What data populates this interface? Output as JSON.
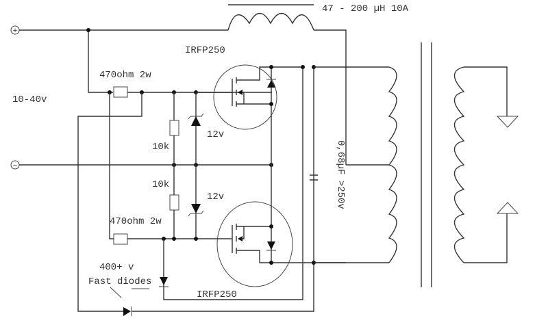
{
  "title": "ZVS driver schematic",
  "labels": {
    "inductor": "47 - 200 µH 10A",
    "supply_voltage": "10-40v",
    "mosfet_top": "IRFP250",
    "mosfet_bottom": "IRFP250",
    "resistor_top": "470ohm 2w",
    "resistor_bottom": "470ohm 2w",
    "pulldown_top": "10k",
    "pulldown_bottom": "10k",
    "zener_top": "12v",
    "zener_bottom": "12v",
    "capacitor": "0,68µF >250v",
    "diode_voltage": "400+ v",
    "diode_type": "Fast diodes"
  },
  "terminals": {
    "positive": "+",
    "negative": "−"
  }
}
